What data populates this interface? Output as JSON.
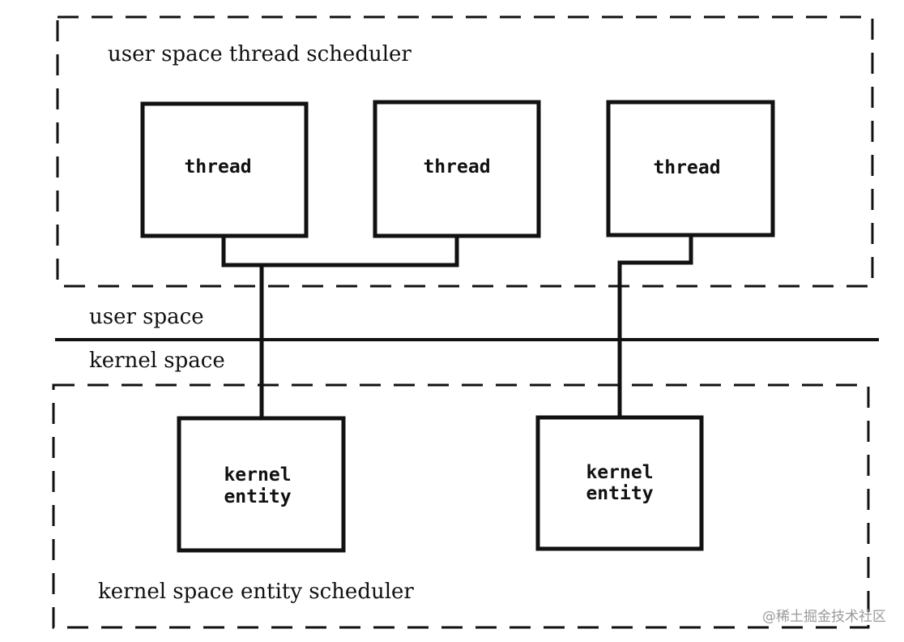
{
  "regions": {
    "user_scheduler_label": "user space thread scheduler",
    "kernel_scheduler_label": "kernel space entity scheduler"
  },
  "boundary": {
    "user_space_label": "user space",
    "kernel_space_label": "kernel space"
  },
  "threads": [
    {
      "label": "thread"
    },
    {
      "label": "thread"
    },
    {
      "label": "thread"
    }
  ],
  "kernel_entities": [
    {
      "line1": "kernel",
      "line2": "entity"
    },
    {
      "line1": "kernel",
      "line2": "entity"
    }
  ],
  "watermark": "@稀土掘金技术社区",
  "colors": {
    "stroke": "#111111",
    "background": "#ffffff",
    "watermark": "#9a9a9a"
  }
}
